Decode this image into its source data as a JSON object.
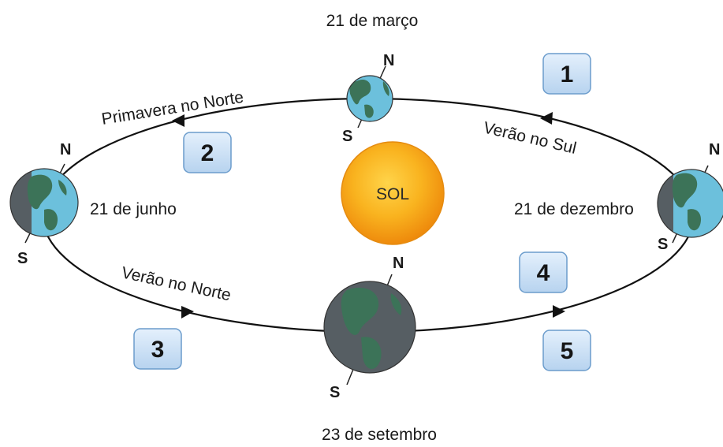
{
  "sun": {
    "label": "SOL",
    "color": "#f59a0e"
  },
  "dates": {
    "march": "21 de março",
    "june": "21 de junho",
    "december": "21 de dezembro",
    "september": "23 de setembro"
  },
  "seasons": {
    "spring_north": "Primavera no Norte",
    "summer_south": "Verão no Sul",
    "summer_north": "Verão no Norte"
  },
  "poles": {
    "north": "N",
    "south": "S"
  },
  "boxes": [
    "1",
    "2",
    "3",
    "4",
    "5"
  ],
  "colors": {
    "ocean": "#6cc0dc",
    "land": "#3c7358",
    "night": "#565e63",
    "box_fill": "#cfe3f7",
    "box_border": "#6b9ccc",
    "orbit": "#111111"
  }
}
